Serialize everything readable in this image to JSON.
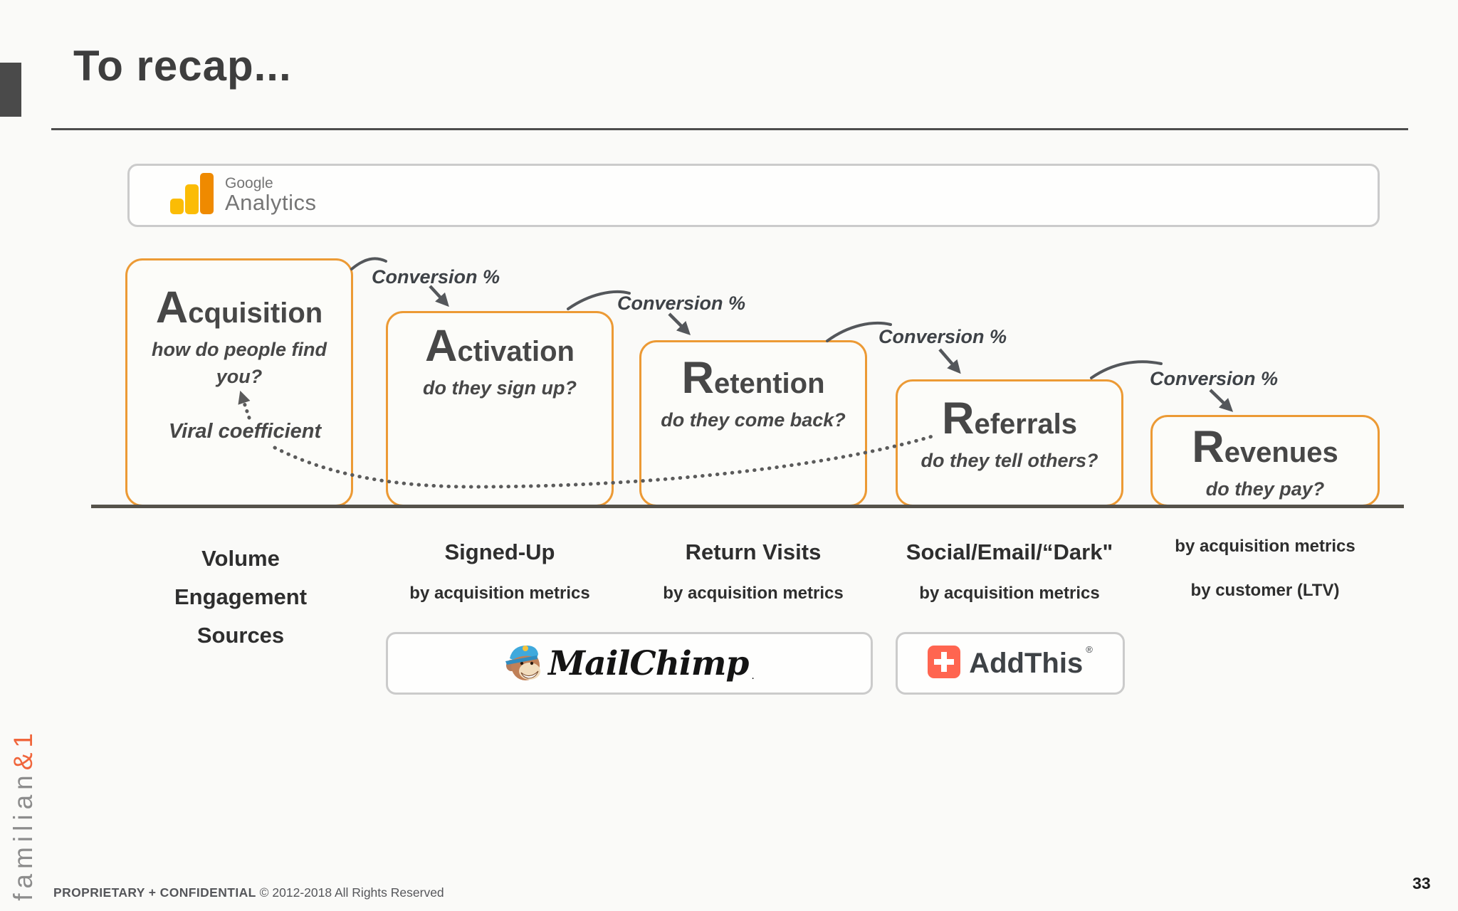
{
  "title": "To recap...",
  "page_number": "33",
  "footer": {
    "proprietary": "PROPRIETARY + CONFIDENTIAL",
    "copyright": "© 2012-2018 All Rights Reserved"
  },
  "brand": {
    "gray_part": "familian",
    "accent_part": "&1"
  },
  "logos": {
    "google_analytics": {
      "line1": "Google",
      "line2": "Analytics"
    },
    "mailchimp": {
      "text": "MailChimp",
      "mark": "."
    },
    "addthis": {
      "text": "AddThis",
      "mark": "®"
    }
  },
  "funnel": {
    "conversion_label": "Conversion %",
    "viral_label": "Viral coefficient",
    "stages": [
      {
        "initial": "A",
        "rest": "cquisition",
        "question": "how do people find you?"
      },
      {
        "initial": "A",
        "rest": "ctivation",
        "question": "do they sign up?"
      },
      {
        "initial": "R",
        "rest": "etention",
        "question": "do they come back?"
      },
      {
        "initial": "R",
        "rest": "eferrals",
        "question": "do they tell others?"
      },
      {
        "initial": "R",
        "rest": "evenues",
        "question": "do they pay?"
      }
    ]
  },
  "metrics": {
    "col1": [
      "Volume",
      "Engagement",
      "Sources"
    ],
    "col2": {
      "title": "Signed-Up",
      "sub": "by acquisition metrics"
    },
    "col3": {
      "title": "Return Visits",
      "sub": "by acquisition metrics"
    },
    "col4": {
      "title": "Social/Email/“Dark\"",
      "sub": "by acquisition metrics"
    },
    "col5": {
      "line1": "by acquisition metrics",
      "line2": "by customer (LTV)"
    }
  },
  "colors": {
    "funnel_border_orange": "#EC9A35",
    "brand_accent_orange": "#F0663C",
    "addthis_red": "#FF6550",
    "ga_yellow": "#FBBC05",
    "ga_orange": "#EF8A00",
    "line_gray": "#54575B",
    "baseline_dark": "#55524B"
  }
}
